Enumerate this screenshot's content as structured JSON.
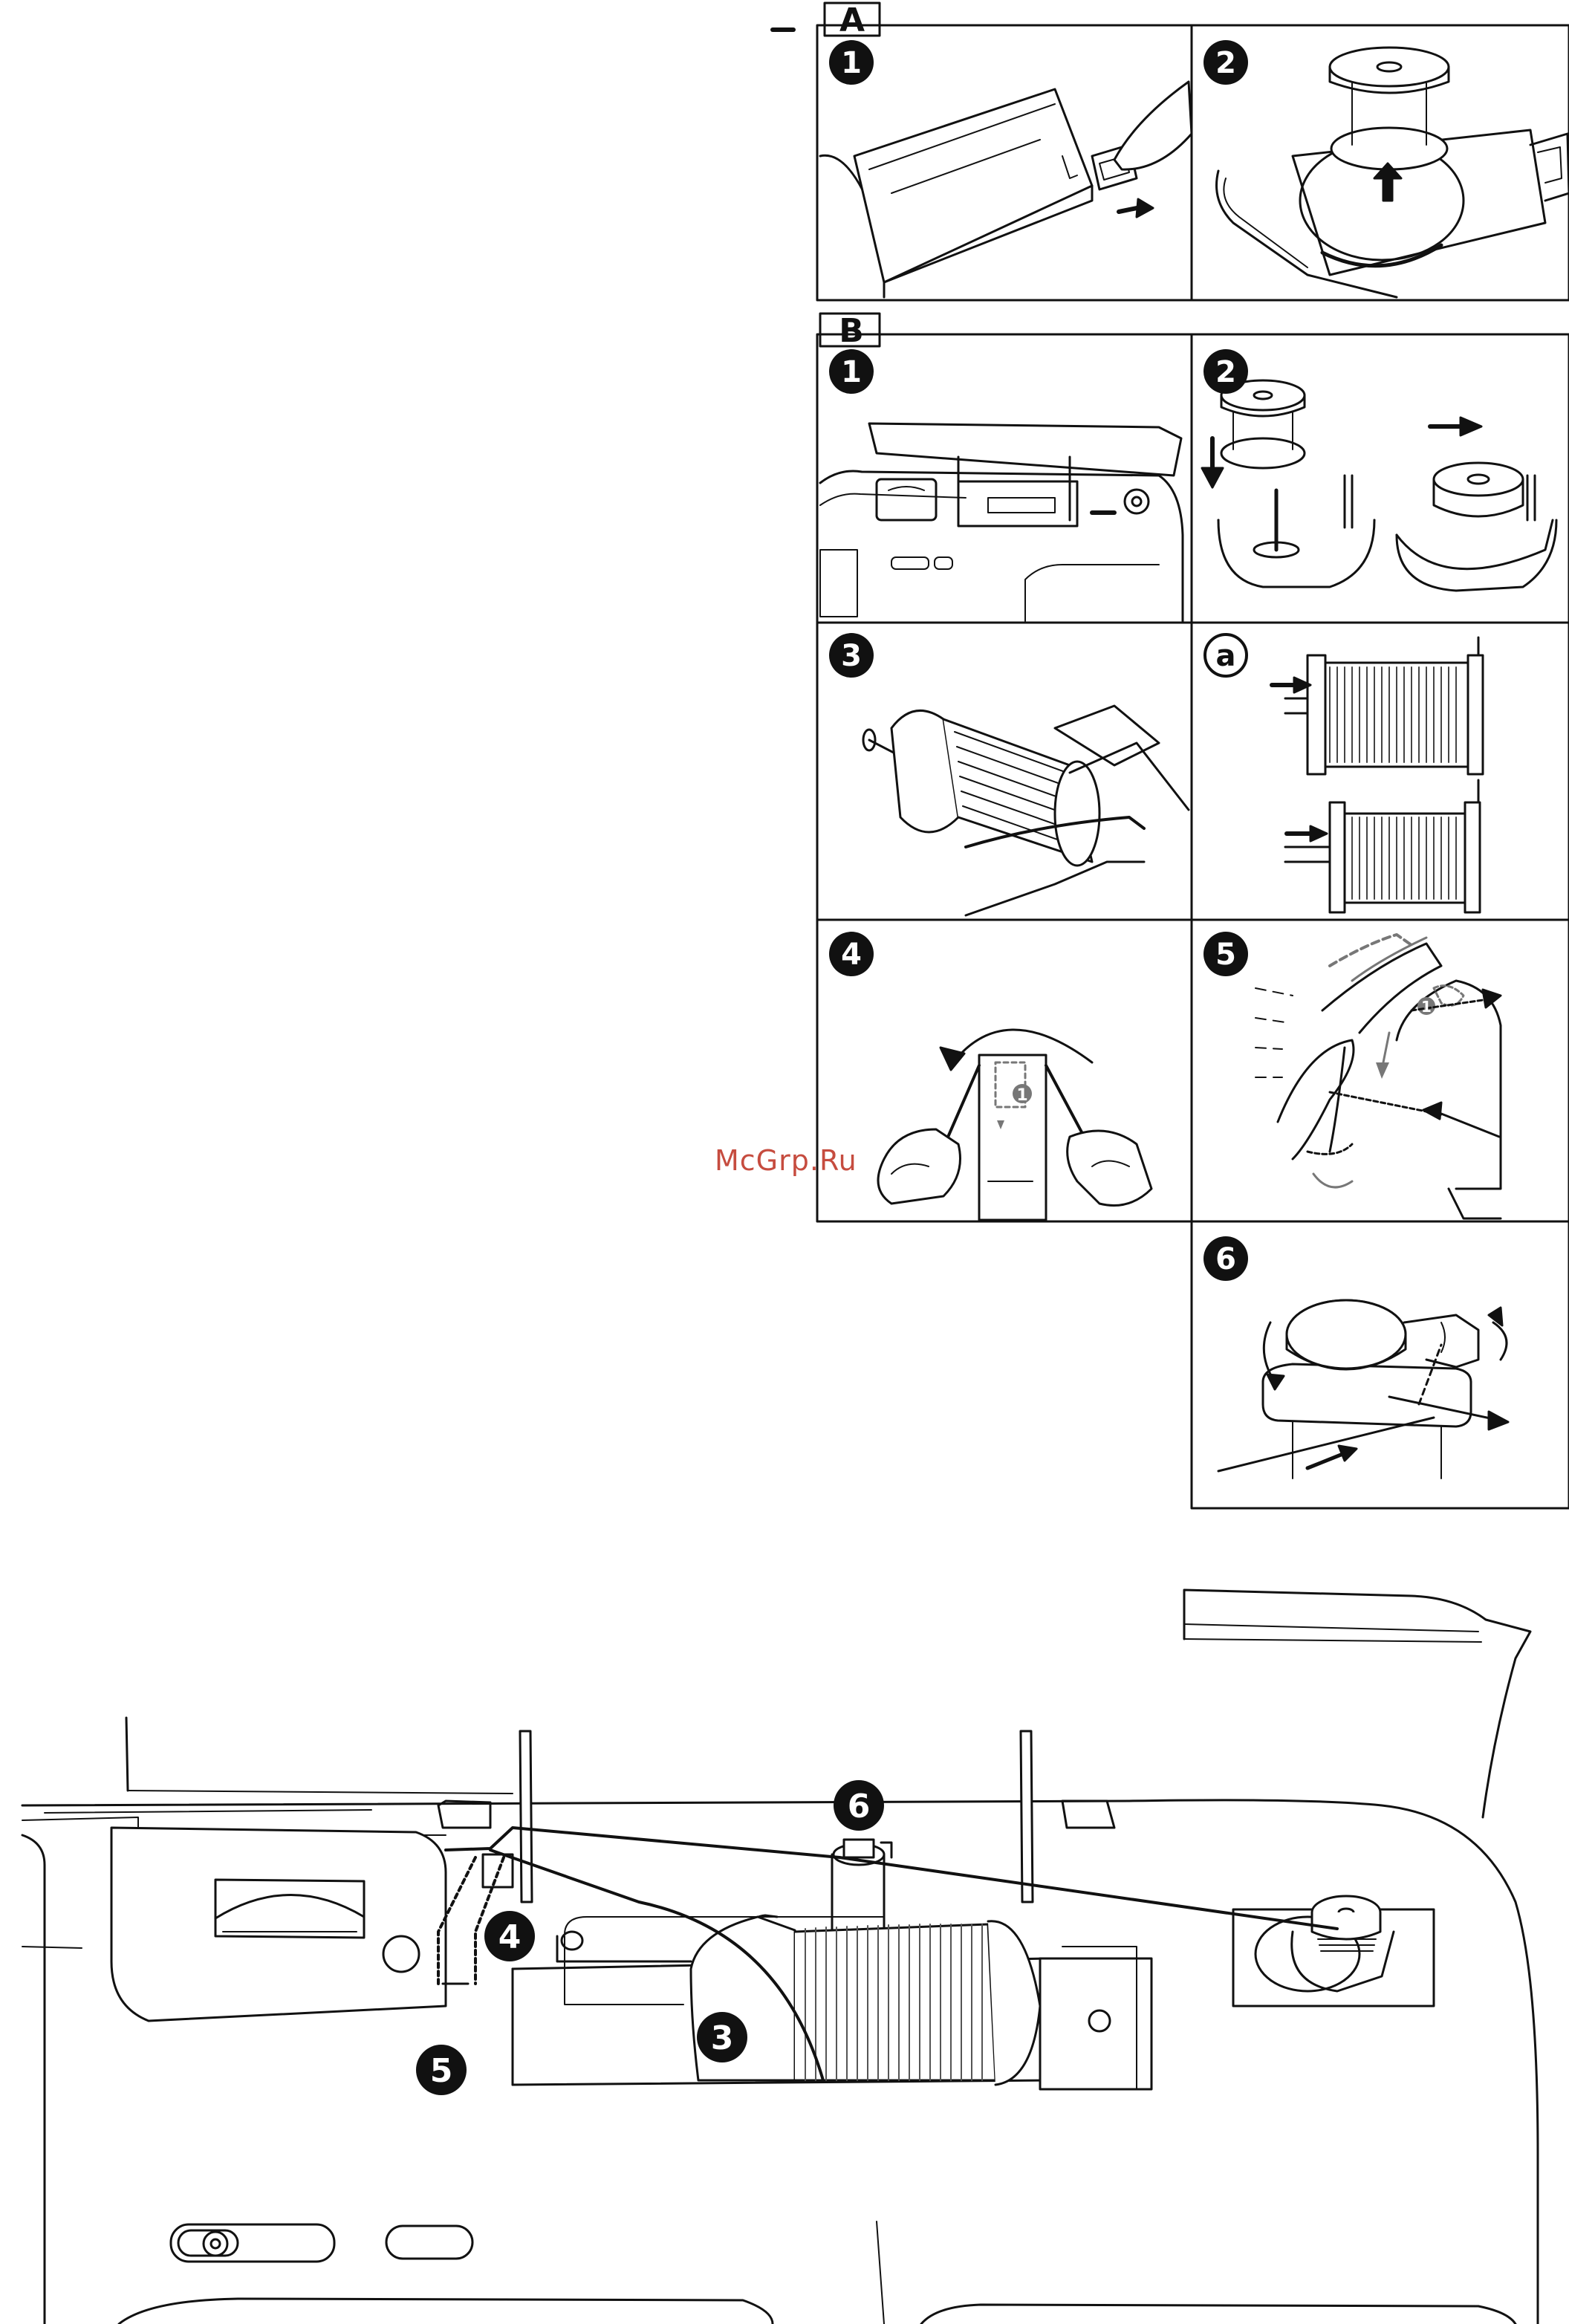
{
  "sections": [
    {
      "letter": "A"
    },
    {
      "letter": "B"
    }
  ],
  "steps": {
    "A": [
      "1",
      "2"
    ],
    "B": [
      "1",
      "2",
      "3",
      "a",
      "4",
      "5",
      "6"
    ]
  },
  "panel_markings": {
    "four_plate_digit": "1",
    "five_guide_digit": "1"
  },
  "overview_callouts": [
    "6",
    "4",
    "5",
    "3"
  ],
  "watermark": "McGrp.Ru",
  "colors": {
    "line": "#111111",
    "fill": "#ffffff",
    "grey": "#666666",
    "watermark": "#c0392b"
  }
}
